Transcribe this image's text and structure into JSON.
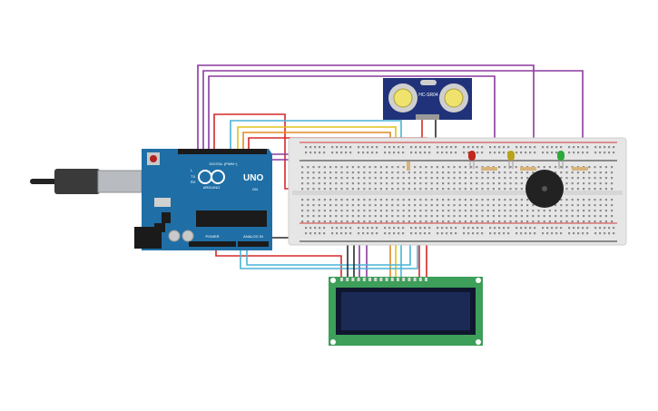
{
  "board": {
    "logo": "ARDUINO",
    "model": "UNO",
    "header_label": "DIGITAL (PWM~)",
    "power_label": "POWER",
    "analog_label": "ANALOG IN",
    "led_labels": [
      "TX",
      "RX",
      "L",
      "ON"
    ],
    "color": "#1f6fa6",
    "usb_color": "#b8bcc0"
  },
  "sensor": {
    "model": "HC-SR04",
    "color": "#20337a"
  },
  "breadboard": {
    "color": "#e6e6e6",
    "rail_red": "#d53a3a",
    "rail_black": "#2e2e2e"
  },
  "leds": [
    {
      "name": "red-led",
      "color": "#c0281e"
    },
    {
      "name": "yellow-led",
      "color": "#b8a41a"
    },
    {
      "name": "green-led",
      "color": "#2ea83a"
    }
  ],
  "buzzer": {
    "color": "#222222"
  },
  "lcd": {
    "pcb_color": "#3d9f59",
    "screen_color": "#1a2a55"
  },
  "wires": {
    "purple": "#8a3a9e",
    "red": "#d62828",
    "black": "#2a2a2a",
    "yellow": "#e0c21e",
    "orange": "#e08a22",
    "cyan": "#48b4d6",
    "blue": "#2a6ad0"
  }
}
